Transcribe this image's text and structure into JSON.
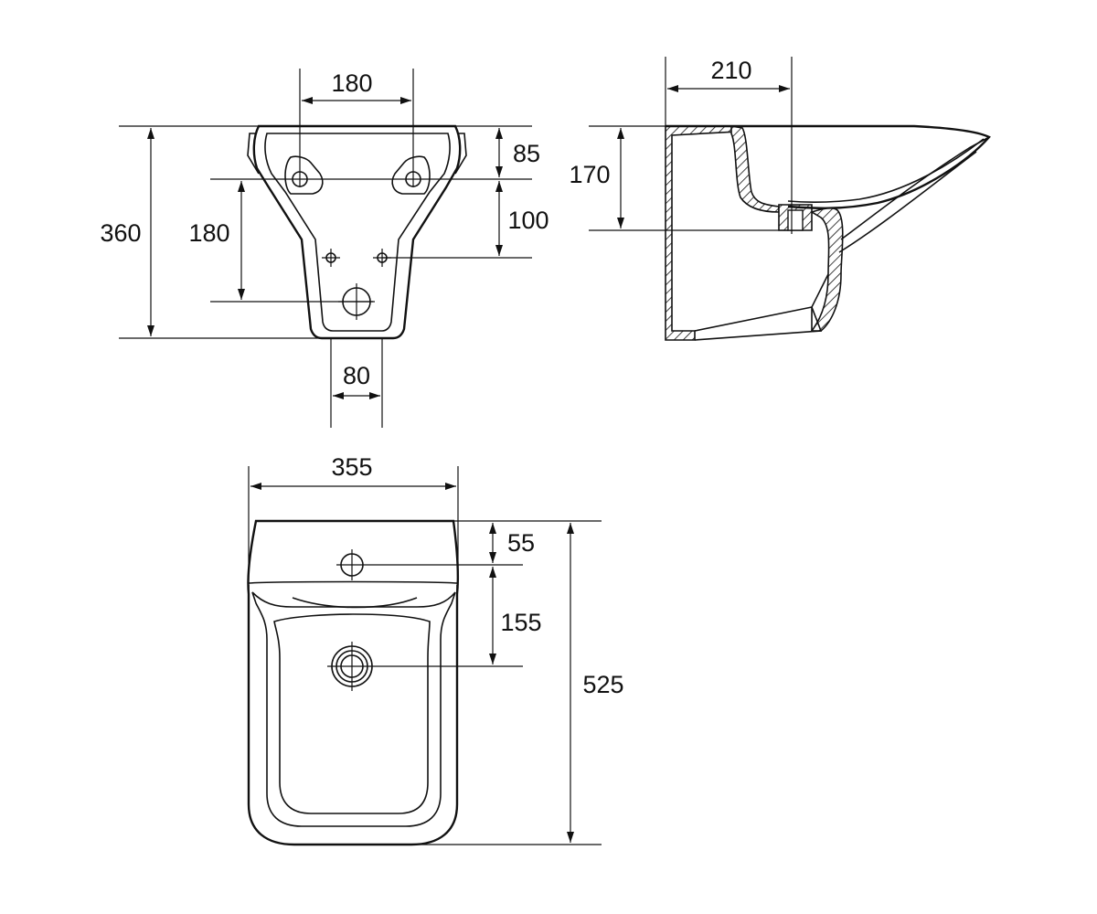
{
  "back_view": {
    "dims": {
      "bracket_spacing": "180",
      "total_height": "360",
      "bracket_to_drain": "180",
      "top_to_bracket": "85",
      "bracket_to_pipe": "100",
      "drain_width": "80"
    }
  },
  "side_view": {
    "dims": {
      "depth_to_drain": "210",
      "drain_height": "170"
    }
  },
  "top_view": {
    "dims": {
      "width": "355",
      "length": "525",
      "edge_to_tap_hole": "55",
      "tap_hole_to_drain": "155"
    }
  }
}
